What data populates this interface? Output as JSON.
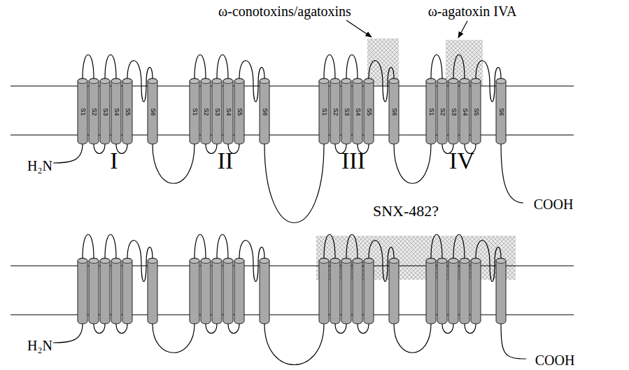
{
  "diagram": {
    "labels": [
      "ω-conotoxins/agatoxins",
      "ω-agatoxin IVA",
      "S1",
      "S2",
      "S3",
      "S4",
      "S5",
      "S6",
      "S1",
      "S2",
      "S3",
      "S4",
      "S5",
      "S6",
      "S1",
      "S2",
      "S3",
      "S4",
      "S5",
      "S6",
      "S1",
      "S2",
      "S3",
      "S4",
      "S5",
      "S6",
      "H₂N",
      "I",
      "II",
      "III",
      "IV",
      "COOH",
      "SNX-482?",
      "H₂N",
      "COOH"
    ]
  }
}
